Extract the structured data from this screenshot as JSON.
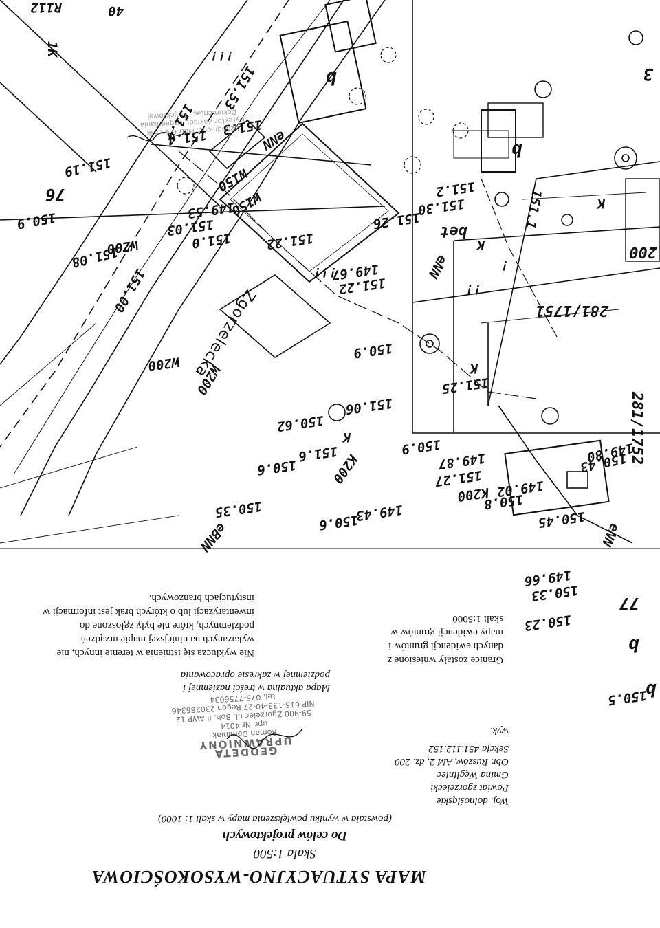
{
  "sheet": {
    "title": "MAPA SYTUACYJNO-WYSOKOŚCIOWA",
    "scale": "Skala 1:500",
    "purpose": "Do celów projektowych",
    "origin_note": "(powstała w wyniku powiększenia mapy w skali 1: 1000)",
    "admin": [
      "Woj. dolnośląskie",
      "Powiat zgorzelecki",
      "Gmina Węgliniec",
      "Obr. Ruszów, AM 2, dz. 200",
      "Sekcja 451.112.152"
    ],
    "author_prefix": "wyk.",
    "stamp": {
      "title": "GEODETA UPRAWNIONY",
      "name": "Roman Dominiak",
      "license": "upr. Nr 4014",
      "address": "59-900 Zgorzelec ul. Boh. II AWP 12",
      "ids": "NIP 615-133-40-27 Regon 230286346",
      "phone": "tel. 075-7756034"
    },
    "boundaries_note": [
      "Granice zostały wniesione z",
      "danych ewidencji gruntów i",
      "mapy ewidencji gruntów w",
      "skali 1:5000"
    ],
    "accuracy_note": [
      "Mapa aktualna w treści naziemnej i",
      "podziemnej w zakresie opracowania"
    ],
    "disclaimer": [
      "Nie wyklucza się istnienia w terenie innych, nie",
      "wykazanych na niniejszej mapie urządzeń",
      "podziemnych, które nie były zgłoszone do",
      "inwentaryzacji lub o których brak jest informacji w",
      "instytucjach branżowych."
    ],
    "faint_stamp": [
      "Uzgodniono. Piotr Gierczak",
      "Dyrektor Zakładu Uzgadniania",
      "Dokumentacji Projektowej"
    ]
  },
  "map": {
    "street_name": "Zgorzelecka",
    "elevations": [
      "151.19",
      "150.9",
      "151.08",
      "151.00",
      "151.0",
      "151.03",
      "149.53",
      "151.4",
      "151.3",
      "151.2",
      "151.30",
      "151.1",
      "151.22",
      "151.22",
      "149.67",
      "150.9",
      "151.25",
      "151.06",
      "150.62",
      "151.6",
      "150.9",
      "149.87",
      "151.27",
      "149.02",
      "150.45",
      "149.80",
      "150.43",
      "150.8",
      "149.43",
      "150.6",
      "150.35",
      "150.6",
      "149.66",
      "150.33",
      "150.5",
      "151.4",
      "151.53",
      "151.26",
      "150.23"
    ],
    "utility_codes": [
      "W200",
      "W150",
      "K200",
      "K200",
      "eNN",
      "eNN",
      "eNN",
      "eBNN",
      "WZ00"
    ],
    "parcels": [
      "200",
      "281/1751",
      "281/1752",
      "77",
      "76",
      "3"
    ],
    "markers": [
      "b",
      "b",
      "b",
      "b",
      "bet",
      "K",
      "K",
      "K",
      "K",
      "!!!",
      "!!!",
      "!",
      "!!"
    ],
    "misc_labels": [
      "R112",
      "40",
      "1K",
      "W200",
      "W150"
    ]
  },
  "colors": {
    "ink": "#111111",
    "stamp": "#6a6a6a",
    "paper": "#ffffff"
  }
}
